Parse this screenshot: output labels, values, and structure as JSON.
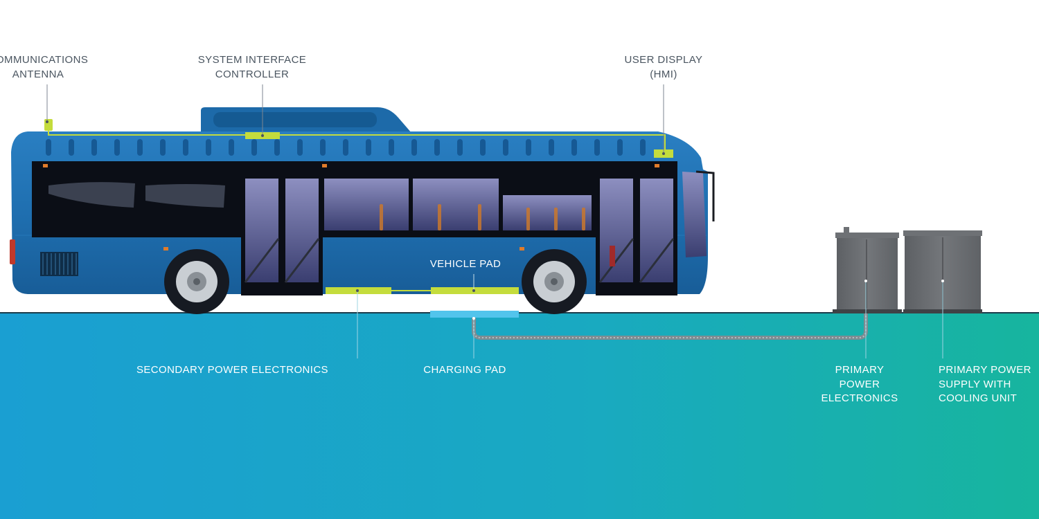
{
  "labels": {
    "communications_antenna": [
      "COMMUNICATIONS",
      "ANTENNA"
    ],
    "system_interface_controller": [
      "SYSTEM INTERFACE",
      "CONTROLLER"
    ],
    "user_display": [
      "USER DISPLAY",
      "(HMI)"
    ],
    "vehicle_pad": "VEHICLE PAD",
    "secondary_power_electronics": "SECONDARY POWER ELECTRONICS",
    "charging_pad": "CHARGING PAD",
    "primary_power_electronics": [
      "PRIMARY",
      "POWER",
      "ELECTRONICS"
    ],
    "primary_power_supply": [
      "PRIMARY POWER",
      "SUPPLY WITH",
      "COOLING UNIT"
    ]
  },
  "colors": {
    "bus_body": "#1e6fb0",
    "highlight_component": "#c4dc3c",
    "charging_pad": "#52c4ec",
    "ground_left": "#1aa3d4",
    "ground_right": "#18b3a0",
    "cabinet": "#6b6e72",
    "label_text": "#4a5560"
  }
}
